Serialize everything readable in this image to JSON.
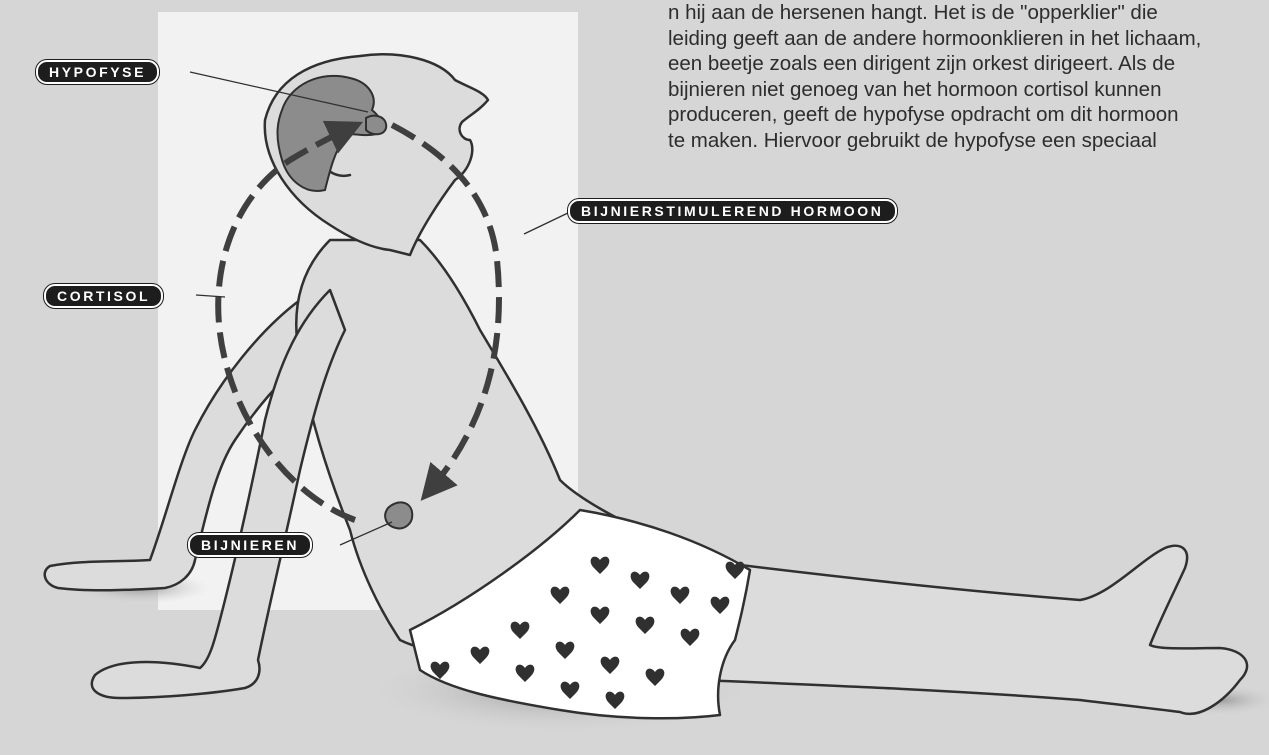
{
  "intro_text": {
    "lines": [
      "n hij aan de hersenen hangt. Het is de \"opperklier\" die",
      "leiding geeft aan de andere hormoonklieren in het lichaam,",
      "een beetje zoals een dirigent zijn orkest dirigeert. Als de",
      "bijnieren niet genoeg van het hormoon cortisol kunnen",
      "produceren, geeft de hypofyse opdracht om dit hormoon",
      "te maken. Hiervoor gebruikt de hypofyse een speciaal"
    ]
  },
  "labels": {
    "hypofyse": "HYPOFYSE",
    "cortisol": "CORTISOL",
    "bijnierstimulerend": "BIJNIERSTIMULEREND HORMOON",
    "bijnieren": "BIJNIEREN"
  },
  "colors": {
    "background": "#d6d6d6",
    "panel": "#f2f2f2",
    "skin": "#dcdcdc",
    "organ": "#8c8c8c",
    "outline": "#303030",
    "arrow": "#3f3f3f",
    "label_bg": "#1d1d1d",
    "label_text": "#ffffff"
  }
}
